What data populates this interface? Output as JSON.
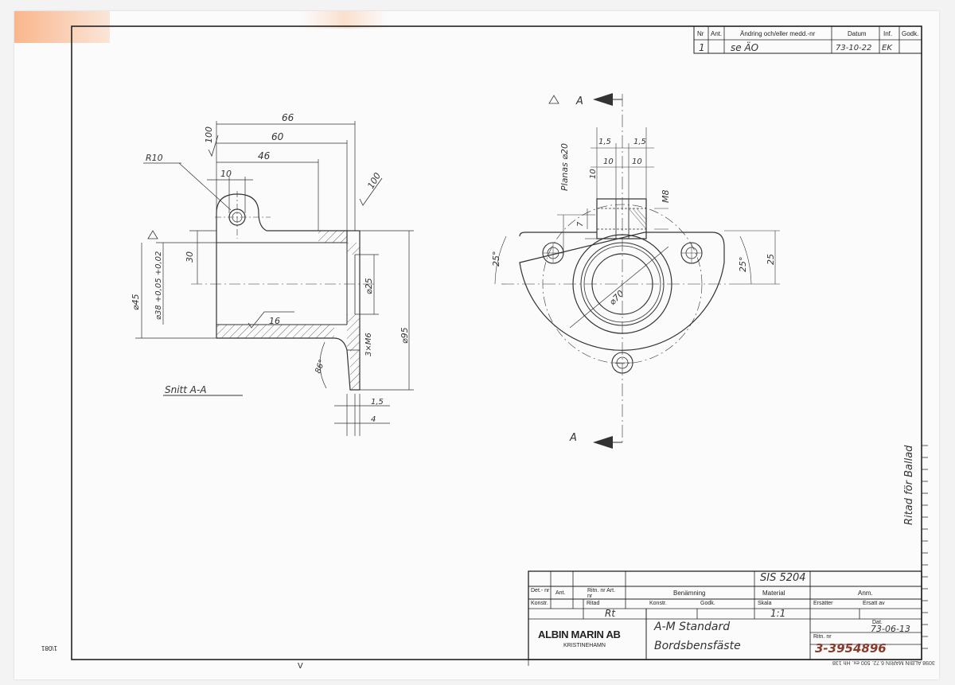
{
  "revision_table": {
    "headers": [
      "Nr",
      "Ant.",
      "Ändring och/eller medd.-nr",
      "Datum",
      "Inf.",
      "Godk."
    ],
    "rows": [
      {
        "nr": "1",
        "ant": "",
        "change": "se ÄO",
        "datum": "73-10-22",
        "inf": "EK",
        "godk": ""
      }
    ]
  },
  "section_view": {
    "label": "Snitt A-A",
    "dims": {
      "d66": "66",
      "d60": "60",
      "d46": "46",
      "d10": "10",
      "r10": "R10",
      "d30": "30",
      "d45": "⌀45",
      "d38": "⌀38 +0,05 +0,02",
      "d25": "⌀25",
      "d95": "⌀95",
      "d34": "3×M6",
      "d15": "1,5",
      "d4": "4",
      "a86": "86°",
      "rough100a": "100",
      "rough100b": "100",
      "rough16": "16"
    }
  },
  "front_view": {
    "section_mark_top": "A",
    "section_mark_bottom": "A",
    "dims": {
      "planas": "Planas ⌀20",
      "d15a": "1,5",
      "d15b": "1,5",
      "d10a": "10",
      "d10b": "10",
      "m8": "M8",
      "d10c": "10",
      "d7": "7",
      "a25a": "25°",
      "a25b": "25°",
      "d25": "25",
      "d70": "⌀70"
    }
  },
  "side_note": "Ritad för Ballad",
  "title_block": {
    "material_value": "SIS 5204",
    "headers": {
      "det_nr": "Det.- nr",
      "ant": "Ant.",
      "ritn_art": "Ritn. nr Art. nr",
      "benamning": "Benämning",
      "material": "Material",
      "anm": "Anm."
    },
    "labels": {
      "konstr": "Konstr.",
      "ritad": "Ritad",
      "konstr2": "Konstr.",
      "godk": "Godk.",
      "skala": "Skala",
      "ersatter": "Ersätter",
      "ersatt_av": "Ersatt av",
      "dat": "Dat.",
      "ritn_nr": "Ritn. nr"
    },
    "values": {
      "ritad_sign": "Rt",
      "skala": "1:1",
      "dat": "73-06-13",
      "name_line1": "A-M Standard",
      "name_line2": "Bordsbensfäste",
      "ritn_nr": "3-3954896"
    },
    "company": "ALBIN MARIN AB",
    "city": "KRISTINEHAMN",
    "footer_print": "3098 ALBIN MARIN 6.72. 500 ex. Hh 138"
  },
  "margin_mark": "1\\081",
  "bottom_mark": "V"
}
